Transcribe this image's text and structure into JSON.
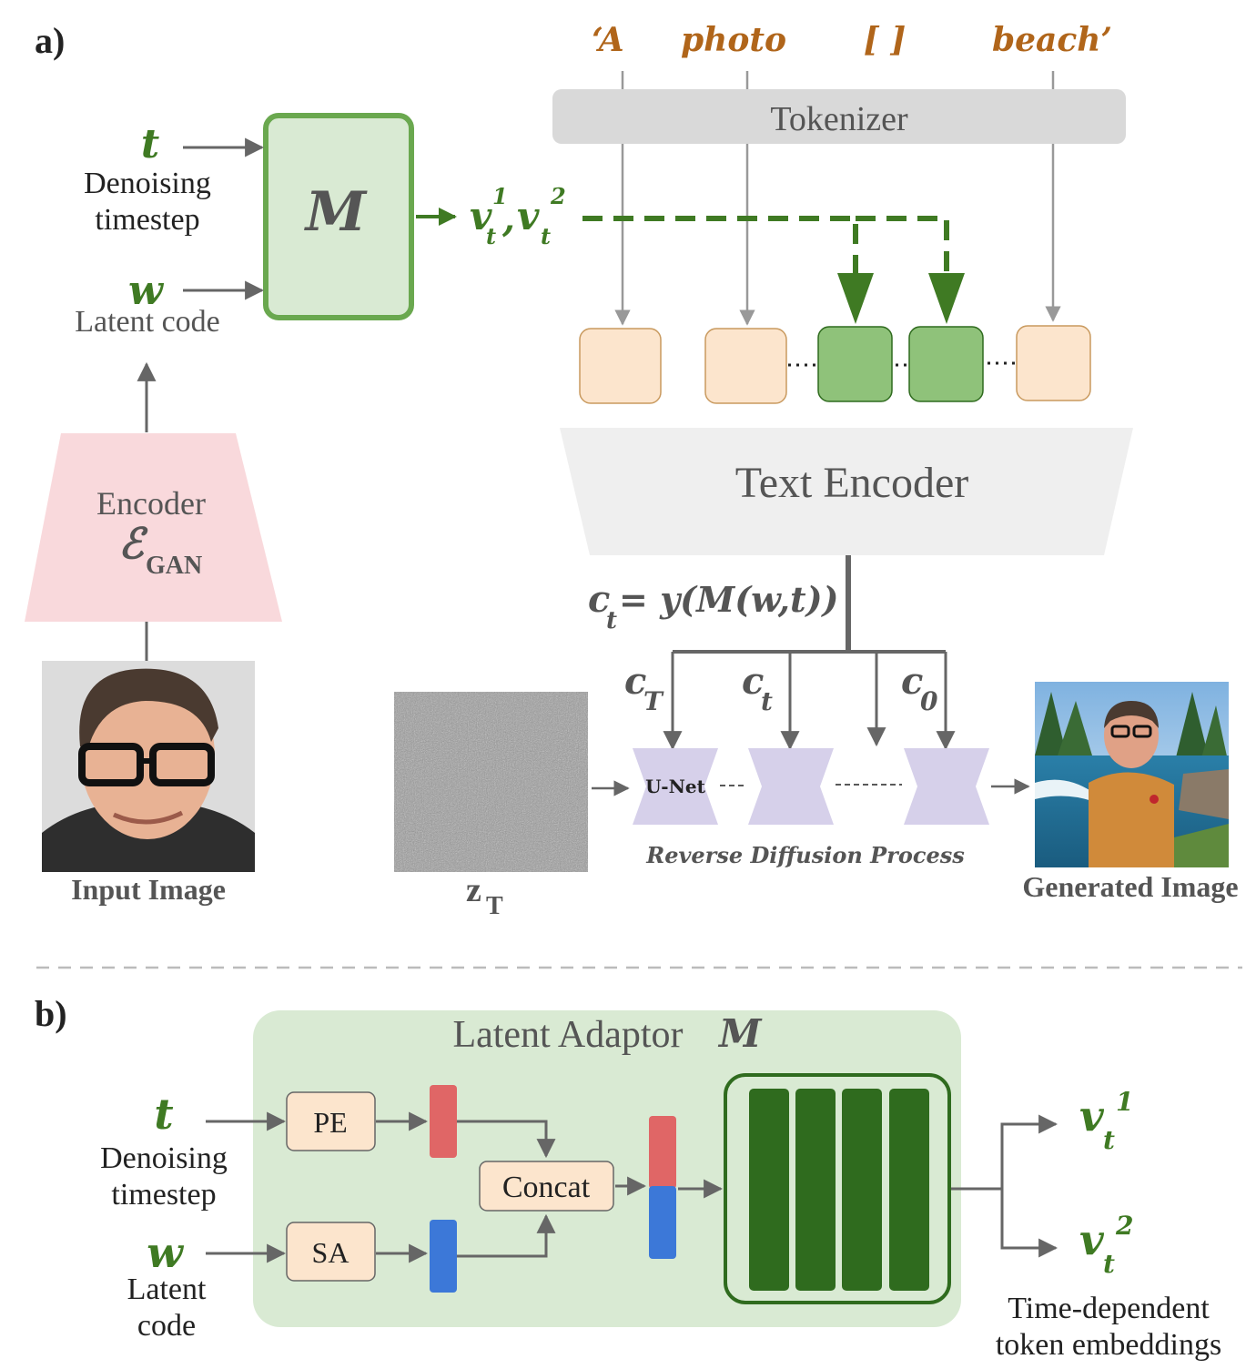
{
  "part_a": {
    "label": "a)",
    "prompt_tokens": [
      "‘A",
      "photo",
      "[ ]",
      "beach’"
    ],
    "tokenizer": "Tokenizer",
    "adaptor_symbol": "M",
    "t_symbol": "t",
    "t_caption_1": "Denoising",
    "t_caption_2": "timestep",
    "w_symbol": "w",
    "w_caption": "Latent code",
    "v_output": {
      "v": "v",
      "sub": "t",
      "sup1": "1",
      "sep": ",",
      "sup2": "2"
    },
    "encoder_title": "Encoder",
    "encoder_symbol": "ℰ",
    "encoder_sub": "GAN",
    "input_image_label": "Input Image",
    "text_encoder": "Text  Encoder",
    "condition_eq": {
      "c": "c",
      "sub": "t",
      "rest": " = y(M(w,t))"
    },
    "conditions": [
      {
        "c": "c",
        "sub": "T"
      },
      {
        "c": "c",
        "sub": "t"
      },
      {
        "c": "c",
        "sub": "0"
      }
    ],
    "unet_label": "U-Net",
    "reverse_process": "Reverse Diffusion Process",
    "zt": {
      "z": "z",
      "sub": "T"
    },
    "generated_image_label": "Generated Image"
  },
  "part_b": {
    "label": "b)",
    "adaptor_title": "Latent Adaptor",
    "adaptor_symbol": "M",
    "t_symbol": "t",
    "t_caption_1": "Denoising",
    "t_caption_2": "timestep",
    "w_symbol": "w",
    "w_caption_1": "Latent",
    "w_caption_2": "code",
    "pe": "PE",
    "sa": "SA",
    "concat": "Concat",
    "out1": {
      "v": "v",
      "sub": "t",
      "sup": "1"
    },
    "out2": {
      "v": "v",
      "sub": "t",
      "sup": "2"
    },
    "output_caption_1": "Time-dependent",
    "output_caption_2": "token embeddings"
  },
  "colors": {
    "green": "#3f7a23",
    "green_light": "#d9ead3",
    "green_block": "#8fc27a",
    "green_dark": "#2f6b1e",
    "orange": "#b0651a",
    "peach": "#fce5cd",
    "pink": "#f9d9dc",
    "lavender": "#d6d0ea",
    "grey_box": "#d9d9d9",
    "red_bar": "#e06666",
    "blue_bar": "#3c78d8"
  }
}
